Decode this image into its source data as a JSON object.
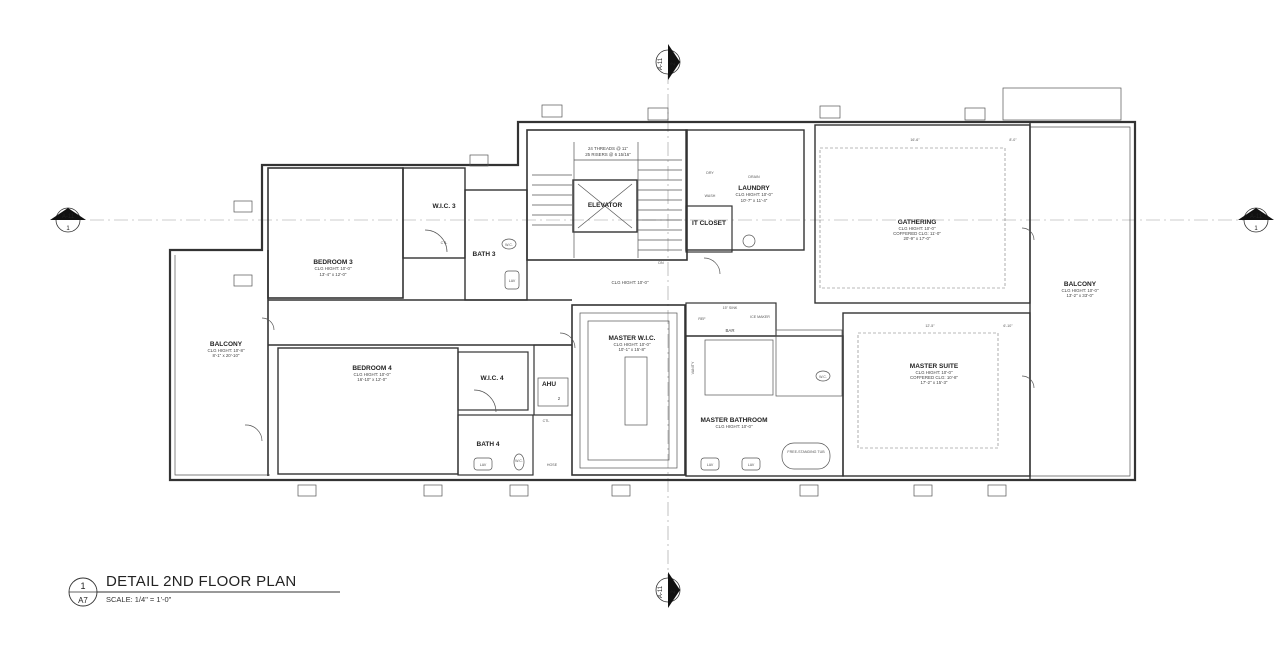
{
  "drawing": {
    "title": "DETAIL 2ND FLOOR PLAN",
    "scale": "SCALE: 1/4\" = 1'-0\"",
    "detail_number": "1",
    "sheet": "A7"
  },
  "section_markers": {
    "left": {
      "sheet": "A-11",
      "number": "1"
    },
    "right": {
      "sheet": "A-11",
      "number": "1"
    },
    "top": {
      "sheet": "A-11",
      "number": "2"
    },
    "bottom": {
      "sheet": "A-11",
      "number": "2"
    }
  },
  "rooms": {
    "bedroom3": {
      "name": "BEDROOM 3",
      "ceiling": "CLG HIGHT: 10'-0\"",
      "size": "13'-4\" x 12'-0\""
    },
    "wic3": {
      "name": "W.I.C. 3"
    },
    "bath3": {
      "name": "BATH 3"
    },
    "elevator": {
      "name": "ELEVATOR"
    },
    "stairs": {
      "threads": "24 THREADS @ 11\"",
      "risers": "25 RISERS @ 6 15/16\"",
      "dn": "DN"
    },
    "laundry": {
      "name": "LAUNDRY",
      "ceiling": "CLG HIGHT: 10'-0\"",
      "size": "10'-7\" x 11'-4\"",
      "dry": "DRY",
      "wash": "WASH",
      "drain": "DRAIN"
    },
    "it_closet": {
      "name": "IT CLOSET"
    },
    "gathering": {
      "name": "GATHERING",
      "ceiling": "CLG HIGHT: 10'-0\"",
      "coffered": "COFFERED CLG: 11'-0\"",
      "size": "20'-9\" x 17'-0\""
    },
    "balcony_right": {
      "name": "BALCONY",
      "ceiling": "CLG HIGHT: 10'-0\"",
      "size": "13'-2\" x 33'-0\""
    },
    "balcony_left": {
      "name": "BALCONY",
      "ceiling": "CLG HIGHT: 10'-8\"",
      "size": "8'-1\" x 20'-10\""
    },
    "bedroom4": {
      "name": "BEDROOM 4",
      "ceiling": "CLG HIGHT: 10'-0\"",
      "size": "16'-10\" x 12'-0\""
    },
    "wic4": {
      "name": "W.I.C. 4"
    },
    "ahu": {
      "name": "AHU",
      "number": "2"
    },
    "bath4": {
      "name": "BATH 4"
    },
    "hall": {
      "ceiling": "CLG HIGHT: 10'-0\""
    },
    "master_wic": {
      "name": "MASTER W.I.C.",
      "ceiling": "CLG HIGHT: 10'-0\"",
      "size": "10'-1\" x 15'-8\""
    },
    "vanity": {
      "name": "VANITY"
    },
    "master_bath": {
      "name": "MASTER BATHROOM",
      "ceiling": "CLG HIGHT: 10'-0\"",
      "tub": "FREE-STANDING TUB"
    },
    "master_suite": {
      "name": "MASTER SUITE",
      "ceiling": "CLG HIGHT: 10'-0\"",
      "coffered": "COFFERED CLG: 10'-8\"",
      "size": "17'-2\" x 15'-3\""
    },
    "bar": {
      "name": "BAR",
      "sink": "15\" SINK",
      "ref": "REF",
      "ice": "ICE MAKER"
    }
  },
  "fixtures": {
    "wc": "W.C.",
    "lav": "LAV",
    "ctl": "CTL",
    "hose": "HOSE"
  },
  "dimensions": {
    "gathering_width": "16'-6\"",
    "gathering_side": "8'-0\"",
    "suite_width": "12'-5\"",
    "suite_side": "6'-10\""
  }
}
